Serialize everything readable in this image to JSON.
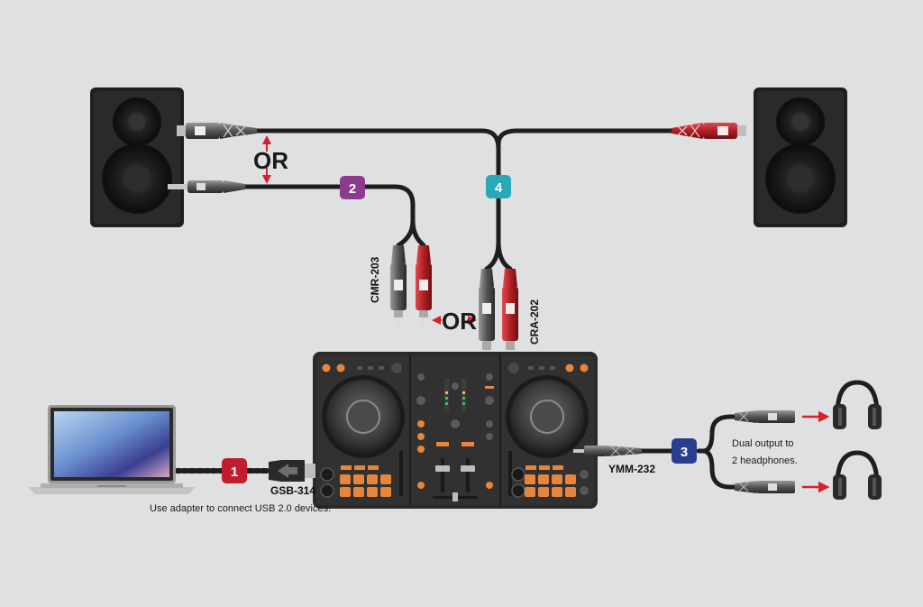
{
  "or_text": [
    "OR",
    "OR"
  ],
  "badges": [
    {
      "number": "1",
      "color": "#c01d2e"
    },
    {
      "number": "2",
      "color": "#8b3c8f"
    },
    {
      "number": "3",
      "color": "#2b3d8f"
    },
    {
      "number": "4",
      "color": "#2aa7b8"
    }
  ],
  "cable_labels": {
    "usb": "GSB-314",
    "rca_left": "CMR-203",
    "rca_right": "CRA-202",
    "headphone": "YMM-232"
  },
  "notes": {
    "usb": "Use adapter to connect USB 2.0 devices.",
    "headphones_line1": "Dual output to",
    "headphones_line2": "2 headphones."
  },
  "icons": [
    "speaker-icon",
    "laptop-icon",
    "dj-controller-icon",
    "headphones-icon",
    "usb-adapter-icon",
    "rca-plug-icon",
    "jack-plug-icon"
  ],
  "colors": {
    "background": "#dfe0e2",
    "cable": "#1e1e1e",
    "arrow": "#d9202a",
    "plug_red": "#c0272d",
    "plug_gray": "#6b6b6b",
    "speaker": "#1f1f1f",
    "controller": "#2a2a2a",
    "pad_orange": "#e9843b"
  }
}
